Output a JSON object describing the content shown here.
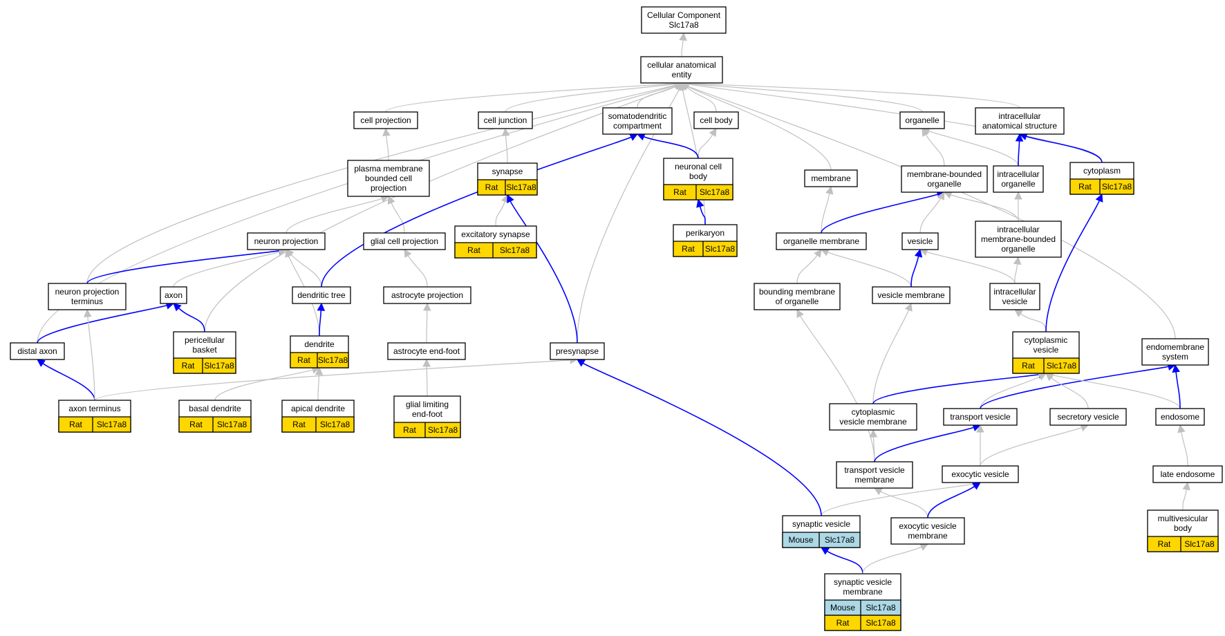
{
  "colors": {
    "rat": "#ffd700",
    "mouse": "#add8e6",
    "is_a_edge": "#c0c0c0",
    "part_of_edge": "#0000ff"
  },
  "nodes": {
    "root": {
      "lines": [
        "Cellular Component",
        "Slc17a8"
      ]
    },
    "cae": {
      "lines": [
        "cellular anatomical",
        "entity"
      ]
    },
    "cellproj": {
      "lines": [
        "cell projection"
      ]
    },
    "celljunc": {
      "lines": [
        "cell junction"
      ]
    },
    "somato": {
      "lines": [
        "somatodendritic",
        "compartment"
      ]
    },
    "cellbody": {
      "lines": [
        "cell body"
      ]
    },
    "organelle": {
      "lines": [
        "organelle"
      ]
    },
    "ias": {
      "lines": [
        "intracellular",
        "anatomical structure"
      ]
    },
    "pmbcp": {
      "lines": [
        "plasma membrane",
        "bounded cell",
        "projection"
      ]
    },
    "synapse": {
      "lines": [
        "synapse"
      ],
      "rows": [
        [
          "Rat",
          "Slc17a8"
        ]
      ]
    },
    "ncb": {
      "lines": [
        "neuronal cell",
        "body"
      ],
      "rows": [
        [
          "Rat",
          "Slc17a8"
        ]
      ]
    },
    "membrane": {
      "lines": [
        "membrane"
      ]
    },
    "mbo": {
      "lines": [
        "membrane-bounded",
        "organelle"
      ]
    },
    "io": {
      "lines": [
        "intracellular",
        "organelle"
      ]
    },
    "cytoplasm": {
      "lines": [
        "cytoplasm"
      ],
      "rows": [
        [
          "Rat",
          "Slc17a8"
        ]
      ]
    },
    "neuronproj": {
      "lines": [
        "neuron projection"
      ]
    },
    "glialproj": {
      "lines": [
        "glial cell projection"
      ]
    },
    "excsyn": {
      "lines": [
        "excitatory synapse"
      ],
      "rows": [
        [
          "Rat",
          "Slc17a8"
        ]
      ]
    },
    "perikaryon": {
      "lines": [
        "perikaryon"
      ],
      "rows": [
        [
          "Rat",
          "Slc17a8"
        ]
      ]
    },
    "orgmem": {
      "lines": [
        "organelle membrane"
      ]
    },
    "vesicle": {
      "lines": [
        "vesicle"
      ]
    },
    "imbo": {
      "lines": [
        "intracellular",
        "membrane-bounded",
        "organelle"
      ]
    },
    "npt": {
      "lines": [
        "neuron projection",
        "terminus"
      ]
    },
    "axon": {
      "lines": [
        "axon"
      ]
    },
    "dendtree": {
      "lines": [
        "dendritic tree"
      ]
    },
    "astroproj": {
      "lines": [
        "astrocyte projection"
      ]
    },
    "bmo": {
      "lines": [
        "bounding membrane",
        "of organelle"
      ]
    },
    "vesmem": {
      "lines": [
        "vesicle membrane"
      ]
    },
    "iv": {
      "lines": [
        "intracellular",
        "vesicle"
      ]
    },
    "distalaxon": {
      "lines": [
        "distal axon"
      ]
    },
    "pericell": {
      "lines": [
        "pericellular",
        "basket"
      ],
      "rows": [
        [
          "Rat",
          "Slc17a8"
        ]
      ]
    },
    "dendrite": {
      "lines": [
        "dendrite"
      ],
      "rows": [
        [
          "Rat",
          "Slc17a8"
        ]
      ]
    },
    "astroef": {
      "lines": [
        "astrocyte end-foot"
      ]
    },
    "presynapse": {
      "lines": [
        "presynapse"
      ]
    },
    "cytoves": {
      "lines": [
        "cytoplasmic",
        "vesicle"
      ],
      "rows": [
        [
          "Rat",
          "Slc17a8"
        ]
      ]
    },
    "endomem": {
      "lines": [
        "endomembrane",
        "system"
      ]
    },
    "axonterm": {
      "lines": [
        "axon terminus"
      ],
      "rows": [
        [
          "Rat",
          "Slc17a8"
        ]
      ]
    },
    "basaldend": {
      "lines": [
        "basal dendrite"
      ],
      "rows": [
        [
          "Rat",
          "Slc17a8"
        ]
      ]
    },
    "apicaldend": {
      "lines": [
        "apical dendrite"
      ],
      "rows": [
        [
          "Rat",
          "Slc17a8"
        ]
      ]
    },
    "glef": {
      "lines": [
        "glial limiting",
        "end-foot"
      ],
      "rows": [
        [
          "Rat",
          "Slc17a8"
        ]
      ]
    },
    "cvm": {
      "lines": [
        "cytoplasmic",
        "vesicle membrane"
      ]
    },
    "transves": {
      "lines": [
        "transport vesicle"
      ]
    },
    "secves": {
      "lines": [
        "secretory vesicle"
      ]
    },
    "endosome": {
      "lines": [
        "endosome"
      ]
    },
    "tvm": {
      "lines": [
        "transport vesicle",
        "membrane"
      ]
    },
    "exoves": {
      "lines": [
        "exocytic vesicle"
      ]
    },
    "lateendo": {
      "lines": [
        "late endosome"
      ]
    },
    "synves": {
      "lines": [
        "synaptic vesicle"
      ],
      "rows": [
        [
          "Mouse",
          "Slc17a8"
        ]
      ]
    },
    "evm": {
      "lines": [
        "exocytic vesicle",
        "membrane"
      ]
    },
    "mvb": {
      "lines": [
        "multivesicular",
        "body"
      ],
      "rows": [
        [
          "Rat",
          "Slc17a8"
        ]
      ]
    },
    "svm": {
      "lines": [
        "synaptic vesicle",
        "membrane"
      ],
      "rows": [
        [
          "Mouse",
          "Slc17a8"
        ],
        [
          "Rat",
          "Slc17a8"
        ]
      ]
    }
  },
  "edges": [
    {
      "from": "cae",
      "to": "root",
      "type": "is_a"
    },
    {
      "from": "cellproj",
      "to": "cae",
      "type": "is_a"
    },
    {
      "from": "celljunc",
      "to": "cae",
      "type": "is_a"
    },
    {
      "from": "somato",
      "to": "cae",
      "type": "is_a"
    },
    {
      "from": "cellbody",
      "to": "cae",
      "type": "is_a"
    },
    {
      "from": "organelle",
      "to": "cae",
      "type": "is_a"
    },
    {
      "from": "ias",
      "to": "cae",
      "type": "is_a"
    },
    {
      "from": "cytoplasm",
      "to": "cae",
      "type": "is_a"
    },
    {
      "from": "membrane",
      "to": "cae",
      "type": "is_a"
    },
    {
      "from": "endomem",
      "to": "cae",
      "type": "is_a"
    },
    {
      "from": "presynapse",
      "to": "cae",
      "type": "is_a"
    },
    {
      "from": "perikaryon",
      "to": "cae",
      "type": "is_a"
    },
    {
      "from": "distalaxon",
      "to": "cae",
      "type": "is_a"
    },
    {
      "from": "npt",
      "to": "cae",
      "type": "is_a"
    },
    {
      "from": "pericell",
      "to": "cae",
      "type": "is_a"
    },
    {
      "from": "pmbcp",
      "to": "cellproj",
      "type": "is_a"
    },
    {
      "from": "synapse",
      "to": "celljunc",
      "type": "is_a"
    },
    {
      "from": "ncb",
      "to": "cellbody",
      "type": "is_a"
    },
    {
      "from": "ncb",
      "to": "somato",
      "type": "part_of"
    },
    {
      "from": "mbo",
      "to": "organelle",
      "type": "is_a"
    },
    {
      "from": "io",
      "to": "organelle",
      "type": "is_a"
    },
    {
      "from": "io",
      "to": "ias",
      "type": "part_of"
    },
    {
      "from": "cytoplasm",
      "to": "ias",
      "type": "part_of"
    },
    {
      "from": "neuronproj",
      "to": "pmbcp",
      "type": "is_a"
    },
    {
      "from": "glialproj",
      "to": "pmbcp",
      "type": "is_a"
    },
    {
      "from": "excsyn",
      "to": "synapse",
      "type": "is_a"
    },
    {
      "from": "perikaryon",
      "to": "ncb",
      "type": "part_of"
    },
    {
      "from": "orgmem",
      "to": "membrane",
      "type": "is_a"
    },
    {
      "from": "orgmem",
      "to": "mbo",
      "type": "part_of"
    },
    {
      "from": "vesicle",
      "to": "mbo",
      "type": "is_a"
    },
    {
      "from": "imbo",
      "to": "mbo",
      "type": "is_a"
    },
    {
      "from": "imbo",
      "to": "io",
      "type": "is_a"
    },
    {
      "from": "npt",
      "to": "neuronproj",
      "type": "part_of"
    },
    {
      "from": "axon",
      "to": "neuronproj",
      "type": "is_a"
    },
    {
      "from": "dendtree",
      "to": "neuronproj",
      "type": "is_a"
    },
    {
      "from": "dendtree",
      "to": "somato",
      "type": "part_of"
    },
    {
      "from": "dendrite",
      "to": "neuronproj",
      "type": "is_a"
    },
    {
      "from": "astroproj",
      "to": "glialproj",
      "type": "is_a"
    },
    {
      "from": "bmo",
      "to": "orgmem",
      "type": "is_a"
    },
    {
      "from": "vesmem",
      "to": "orgmem",
      "type": "is_a"
    },
    {
      "from": "vesmem",
      "to": "vesicle",
      "type": "part_of"
    },
    {
      "from": "iv",
      "to": "vesicle",
      "type": "is_a"
    },
    {
      "from": "iv",
      "to": "imbo",
      "type": "is_a"
    },
    {
      "from": "distalaxon",
      "to": "axon",
      "type": "part_of"
    },
    {
      "from": "pericell",
      "to": "axon",
      "type": "part_of"
    },
    {
      "from": "dendrite",
      "to": "dendtree",
      "type": "part_of"
    },
    {
      "from": "astroef",
      "to": "astroproj",
      "type": "is_a"
    },
    {
      "from": "presynapse",
      "to": "synapse",
      "type": "part_of"
    },
    {
      "from": "cytoves",
      "to": "iv",
      "type": "is_a"
    },
    {
      "from": "cytoves",
      "to": "cytoplasm",
      "type": "part_of"
    },
    {
      "from": "axonterm",
      "to": "distalaxon",
      "type": "part_of"
    },
    {
      "from": "axonterm",
      "to": "npt",
      "type": "is_a"
    },
    {
      "from": "axonterm",
      "to": "presynapse",
      "type": "is_a"
    },
    {
      "from": "basaldend",
      "to": "dendrite",
      "type": "is_a"
    },
    {
      "from": "apicaldend",
      "to": "dendrite",
      "type": "is_a"
    },
    {
      "from": "glef",
      "to": "astroef",
      "type": "is_a"
    },
    {
      "from": "cvm",
      "to": "vesmem",
      "type": "is_a"
    },
    {
      "from": "cvm",
      "to": "cytoves",
      "type": "part_of"
    },
    {
      "from": "transves",
      "to": "cytoves",
      "type": "is_a"
    },
    {
      "from": "transves",
      "to": "endomem",
      "type": "part_of"
    },
    {
      "from": "secves",
      "to": "cytoves",
      "type": "is_a"
    },
    {
      "from": "endosome",
      "to": "cytoves",
      "type": "is_a"
    },
    {
      "from": "endosome",
      "to": "endomem",
      "type": "part_of"
    },
    {
      "from": "tvm",
      "to": "cvm",
      "type": "is_a"
    },
    {
      "from": "tvm",
      "to": "bmo",
      "type": "is_a"
    },
    {
      "from": "tvm",
      "to": "transves",
      "type": "part_of"
    },
    {
      "from": "exoves",
      "to": "transves",
      "type": "is_a"
    },
    {
      "from": "exoves",
      "to": "secves",
      "type": "is_a"
    },
    {
      "from": "lateendo",
      "to": "endosome",
      "type": "is_a"
    },
    {
      "from": "synves",
      "to": "exoves",
      "type": "is_a"
    },
    {
      "from": "synves",
      "to": "presynapse",
      "type": "part_of"
    },
    {
      "from": "evm",
      "to": "tvm",
      "type": "is_a"
    },
    {
      "from": "evm",
      "to": "exoves",
      "type": "part_of"
    },
    {
      "from": "mvb",
      "to": "lateendo",
      "type": "is_a"
    },
    {
      "from": "svm",
      "to": "synves",
      "type": "part_of"
    },
    {
      "from": "svm",
      "to": "evm",
      "type": "is_a"
    }
  ]
}
